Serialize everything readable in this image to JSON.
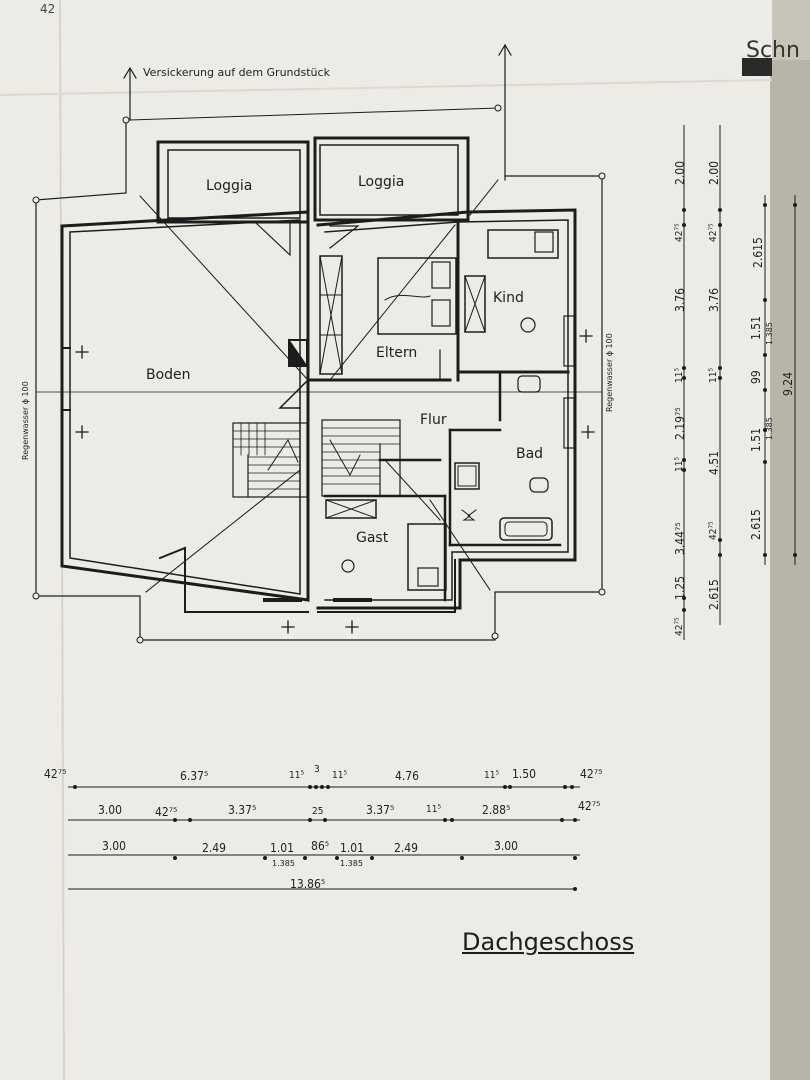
{
  "sheet": {
    "title": "Dachgeschoss",
    "corner_mark": "42",
    "edge_mark": "Schn",
    "colors": {
      "paper": "#ecebe6",
      "ink": "#1c1c1c",
      "background": "#c9c4b8"
    }
  },
  "notes": {
    "drainage": "Versickerung auf dem Grundstück",
    "downpipe_left": "Regenwasser ϕ 100",
    "downpipe_right": "Regenwasser ϕ 100"
  },
  "rooms": {
    "loggia_left": "Loggia",
    "loggia_right": "Loggia",
    "boden": "Boden",
    "eltern": "Eltern",
    "kind": "Kind",
    "flur": "Flur",
    "bad": "Bad",
    "gast": "Gast"
  },
  "dims_horizontal": {
    "row1": [
      "42⁷⁵",
      "6.37⁵",
      "11⁵",
      "3",
      "11⁵",
      "4.76",
      "11⁵",
      "1.50",
      "42⁷⁵"
    ],
    "row2": [
      "3.00",
      "42⁷⁵",
      "3.37⁵",
      "25",
      "3.37⁵",
      "11⁵",
      "2.88⁵",
      "42⁷⁵"
    ],
    "row3": [
      "3.00",
      "2.49",
      "1.01",
      "1.385",
      "86⁵",
      "1.01",
      "1.385",
      "2.49",
      "3.00"
    ],
    "total": "13.86⁵"
  },
  "dims_vertical": {
    "col1": [
      "2.00",
      "42⁷⁵",
      "3.76",
      "11⁵",
      "2.19⁷⁵",
      "11⁵",
      "3.44⁷⁵",
      "1.25",
      "42⁷⁵"
    ],
    "col2": [
      "2.00",
      "42⁷⁵",
      "3.76",
      "11⁵",
      "4.51",
      "42⁷⁵",
      "2.615"
    ],
    "col3": [
      "2.615",
      "1.51",
      "1.385",
      "99",
      "1.51",
      "1.385",
      "2.615"
    ],
    "col4": [
      "9.24"
    ]
  }
}
